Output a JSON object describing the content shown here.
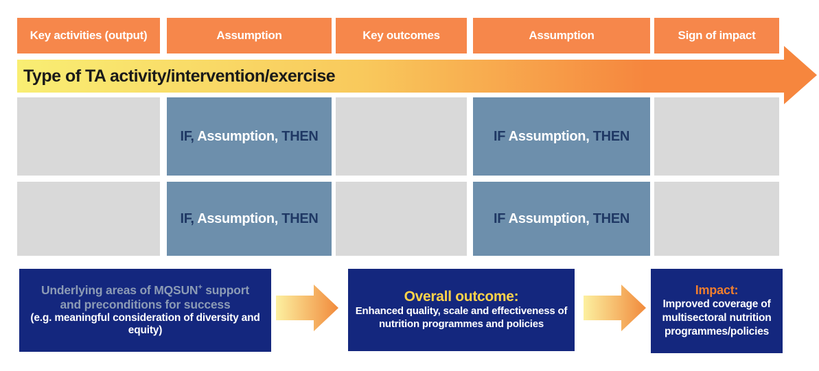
{
  "diagram": {
    "header_row": {
      "cells": [
        "Key activities (output)",
        "Assumption",
        "Key outcomes",
        "Assumption",
        "Sign of impact"
      ]
    },
    "banner": {
      "label": "Type of TA activity/intervention/exercise"
    },
    "matrix": {
      "rows": [
        {
          "col2": {
            "if_word": "IF,",
            "assumption_word": "Assumption,",
            "then_word": "THEN"
          },
          "col4": {
            "if_word": "IF",
            "assumption_word": "Assumption,",
            "then_word": "THEN"
          }
        },
        {
          "col2": {
            "if_word": "IF,",
            "assumption_word": "Assumption,",
            "then_word": "THEN"
          },
          "col4": {
            "if_word": "IF",
            "assumption_word": "Assumption,",
            "then_word": "THEN"
          }
        }
      ]
    },
    "bottom": {
      "support_box": {
        "heading_main": "Underlying areas of MQSUN",
        "heading_sup": "+",
        "heading_tail": " support and preconditions for success",
        "subtext": "(e.g. meaningful consideration of diversity and equity)"
      },
      "outcome_box": {
        "heading": "Overall outcome:",
        "body": "Enhanced quality, scale and effectiveness of nutrition programmes and policies"
      },
      "impact_box": {
        "heading": "Impact:",
        "body": "Improved coverage of multisectoral nutrition programmes/policies"
      }
    },
    "colors": {
      "header_orange": "#F6874B",
      "banner_yellow": "#F9EE73",
      "banner_orange": "#F6863E",
      "steel_blue": "#6D8FAC",
      "light_gray": "#D9D9D9",
      "navy": "#14277E",
      "keyword_navy": "#1F3864",
      "support_heading_gray_blue": "#8C9BB5",
      "outcome_heading_yellow": "#FFD34A",
      "impact_heading_orange": "#F07E2E"
    }
  }
}
